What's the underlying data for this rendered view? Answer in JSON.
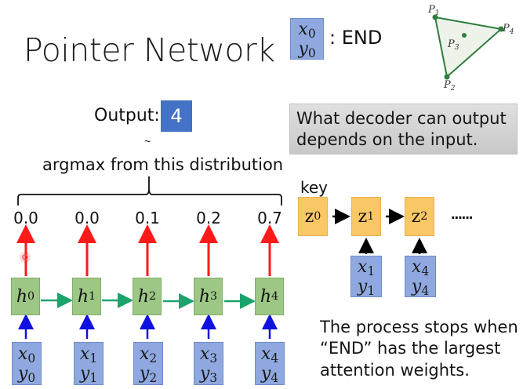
{
  "title": "Pointer Network",
  "end_legend": {
    "x": "x",
    "x_sub": "0",
    "y": "y",
    "y_sub": "0",
    "label": ": END"
  },
  "triangle_points": [
    {
      "label": "P",
      "sub": "1"
    },
    {
      "label": "P",
      "sub": "2"
    },
    {
      "label": "P",
      "sub": "3"
    },
    {
      "label": "P",
      "sub": "4"
    }
  ],
  "output": {
    "label": "Output:",
    "value": "4"
  },
  "tilde": "~",
  "argmax_text": "argmax from this distribution",
  "distribution": [
    "0.0",
    "0.0",
    "0.1",
    "0.2",
    "0.7"
  ],
  "encoder_states": [
    {
      "h": "h",
      "sup": "0"
    },
    {
      "h": "h",
      "sup": "1"
    },
    {
      "h": "h",
      "sup": "2"
    },
    {
      "h": "h",
      "sup": "3"
    },
    {
      "h": "h",
      "sup": "4"
    }
  ],
  "inputs": [
    {
      "x": "x",
      "y": "y",
      "sub": "0"
    },
    {
      "x": "x",
      "y": "y",
      "sub": "1"
    },
    {
      "x": "x",
      "y": "y",
      "sub": "2"
    },
    {
      "x": "x",
      "y": "y",
      "sub": "3"
    },
    {
      "x": "x",
      "y": "y",
      "sub": "4"
    }
  ],
  "note": {
    "line1": "What decoder can output",
    "line2": "depends on the input."
  },
  "decoder": {
    "key_label": "key",
    "states": [
      {
        "z": "z",
        "sup": "0"
      },
      {
        "z": "z",
        "sup": "1"
      },
      {
        "z": "z",
        "sup": "2"
      }
    ],
    "inputs": [
      {
        "x": "x",
        "y": "y",
        "sub": "1"
      },
      {
        "x": "x",
        "y": "y",
        "sub": "4"
      }
    ],
    "ellipsis": "......"
  },
  "stop_text": {
    "line1": "The process stops when",
    "line2": "“END” has the largest",
    "line3": "attention weights."
  },
  "colors": {
    "output_box": "#4472c4",
    "input_box": "#8fa9e0",
    "hidden_box": "#9cc784",
    "decoder_box": "#fac766",
    "output_arrow": "#ff1a1a",
    "input_arrow": "#1010e0",
    "recurrent_arrow": "#1aa36b",
    "triangle": "#2e7d3e"
  }
}
